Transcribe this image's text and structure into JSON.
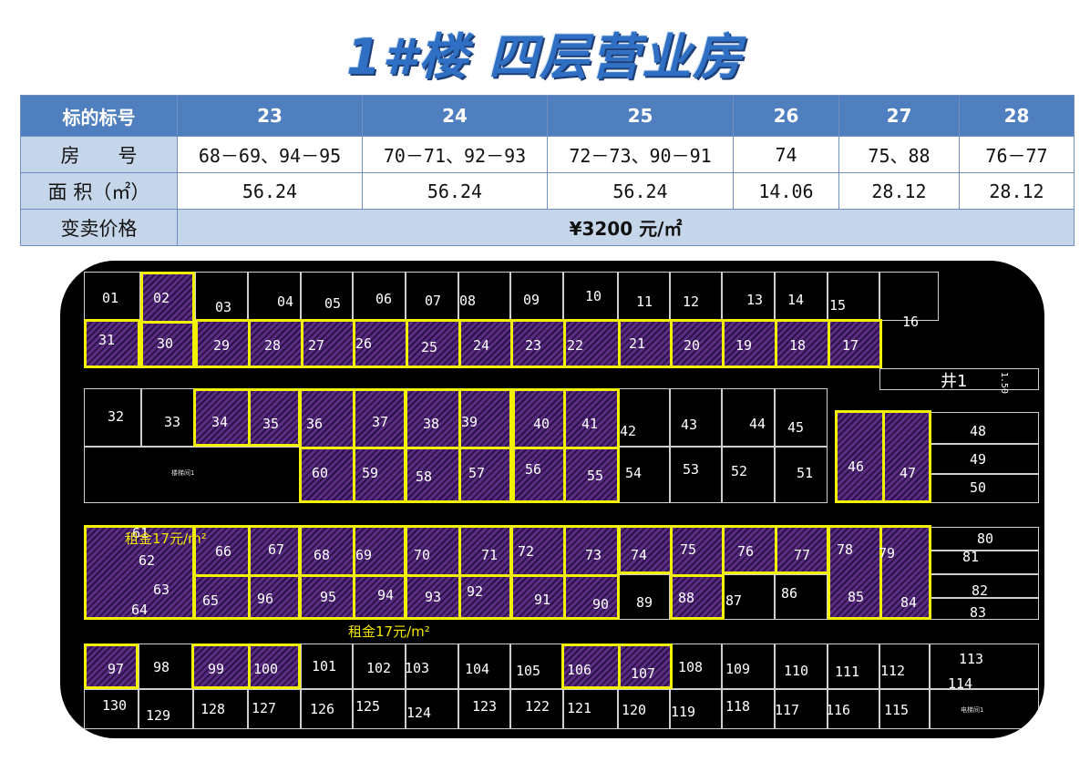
{
  "title": "1#楼 四层营业房",
  "table": {
    "header": {
      "label": "标的标号",
      "cols": [
        "23",
        "24",
        "25",
        "26",
        "27",
        "28"
      ]
    },
    "rooms": {
      "label": "房　　号",
      "cols": [
        "68－69、94－95",
        "70－71、92－93",
        "72－73、90－91",
        "74",
        "75、88",
        "76－77"
      ]
    },
    "area": {
      "label": "面 积（㎡）",
      "cols": [
        "56.24",
        "56.24",
        "56.24",
        "14.06",
        "28.12",
        "28.12"
      ]
    },
    "price": {
      "label": "变卖价格",
      "value": "¥3200 元/㎡"
    }
  },
  "plan": {
    "rent_label": "租金17元/m²",
    "well_label": "井1",
    "well_side": "1.50",
    "stair_label": "楼梯间1",
    "elevator_label": "电梯间1",
    "row1": [
      "01",
      "02",
      "03",
      "04",
      "05",
      "06",
      "07",
      "08",
      "09",
      "10",
      "11",
      "12",
      "13",
      "14",
      "15",
      "16"
    ],
    "row2": [
      "31",
      "30",
      "29",
      "28",
      "27",
      "26",
      "25",
      "24",
      "23",
      "22",
      "21",
      "20",
      "19",
      "18",
      "17"
    ],
    "row3": [
      "32",
      "33",
      "34",
      "35",
      "36",
      "37",
      "38",
      "39",
      "40",
      "41",
      "42",
      "43",
      "44",
      "45",
      "48",
      "49",
      "50"
    ],
    "row4": [
      "60",
      "59",
      "58",
      "57",
      "56",
      "55",
      "54",
      "53",
      "52",
      "51",
      "46",
      "47"
    ],
    "row5": [
      "61",
      "62",
      "63",
      "64",
      "66",
      "67",
      "68",
      "69",
      "70",
      "71",
      "72",
      "73",
      "74",
      "75",
      "76",
      "77",
      "78",
      "79",
      "80",
      "81"
    ],
    "row6": [
      "65",
      "96",
      "95",
      "94",
      "93",
      "92",
      "91",
      "90",
      "89",
      "88",
      "87",
      "86",
      "85",
      "84",
      "82",
      "83"
    ],
    "row7": [
      "97",
      "98",
      "99",
      "100",
      "101",
      "102",
      "103",
      "104",
      "105",
      "106",
      "107",
      "108",
      "109",
      "110",
      "111",
      "112",
      "113",
      "114"
    ],
    "row8": [
      "130",
      "129",
      "128",
      "127",
      "126",
      "125",
      "124",
      "123",
      "122",
      "121",
      "120",
      "119",
      "118",
      "117",
      "116",
      "115"
    ]
  },
  "colors": {
    "title_blue": "#2f6fc4",
    "header_blue": "#4f7fbf",
    "light_blue": "#c6d6ea",
    "highlight_yellow": "#f2f200",
    "hatch_purple": "#5a2d82"
  }
}
